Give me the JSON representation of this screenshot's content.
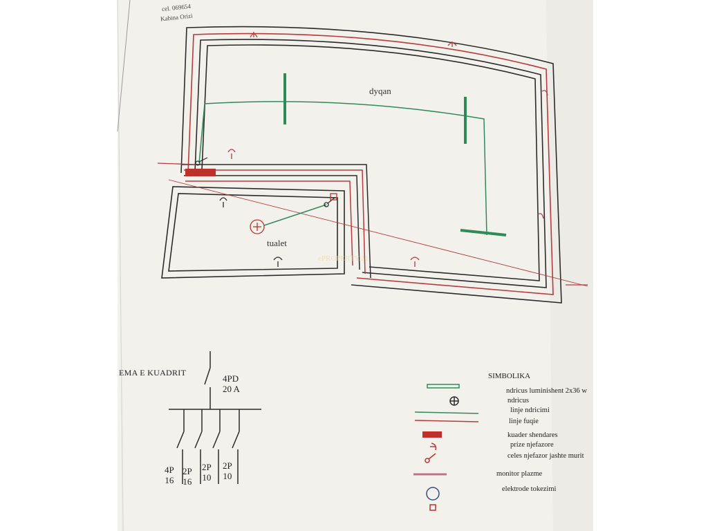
{
  "colors": {
    "wall": "#2b2b2b",
    "lighting_line": "#2e8b57",
    "socket_line": "#b83a3a",
    "panel_fill": "#c0302a",
    "tv_line": "#c0708a",
    "paper": "#f3f1ec",
    "background": "#ffffff"
  },
  "header": {
    "line1": "cel. 069654",
    "line2": "Kabina  Orizi"
  },
  "plan": {
    "room_shop": "dyqan",
    "room_toilet": "tualet",
    "watermark": "ePROPERTY.21"
  },
  "schema": {
    "title": "EMA E KUADRIT",
    "main_breaker": {
      "poles": "4PD",
      "amps": "20 A"
    },
    "breakers": [
      {
        "poles": "4P",
        "amps": "16"
      },
      {
        "poles": "2P",
        "amps": "16"
      },
      {
        "poles": "2P",
        "amps": "10"
      },
      {
        "poles": "2P",
        "amps": "10"
      }
    ]
  },
  "legend": {
    "title": "SIMBOLIKA",
    "items": [
      {
        "icon": "fluorescent-lamp-icon",
        "label": "ndricus luminishent 2x36 w"
      },
      {
        "icon": "ceiling-light-icon",
        "label": "ndricus"
      },
      {
        "icon": "lighting-line-icon",
        "label": "linje ndricimi"
      },
      {
        "icon": "socket-line-icon",
        "label": "linje fuqie"
      },
      {
        "icon": "distribution-panel-icon",
        "label": "kuader shendares"
      },
      {
        "icon": "single-socket-icon",
        "label": "prize njefazore"
      },
      {
        "icon": "wall-switch-icon",
        "label": "celes njefazor jashte murit"
      },
      {
        "icon": "tv-line-icon",
        "label": "monitor plazme"
      },
      {
        "icon": "earth-electrode-icon",
        "label": "elektrode tokezimi"
      },
      {
        "icon": "junction-box-icon",
        "label": ""
      }
    ]
  }
}
